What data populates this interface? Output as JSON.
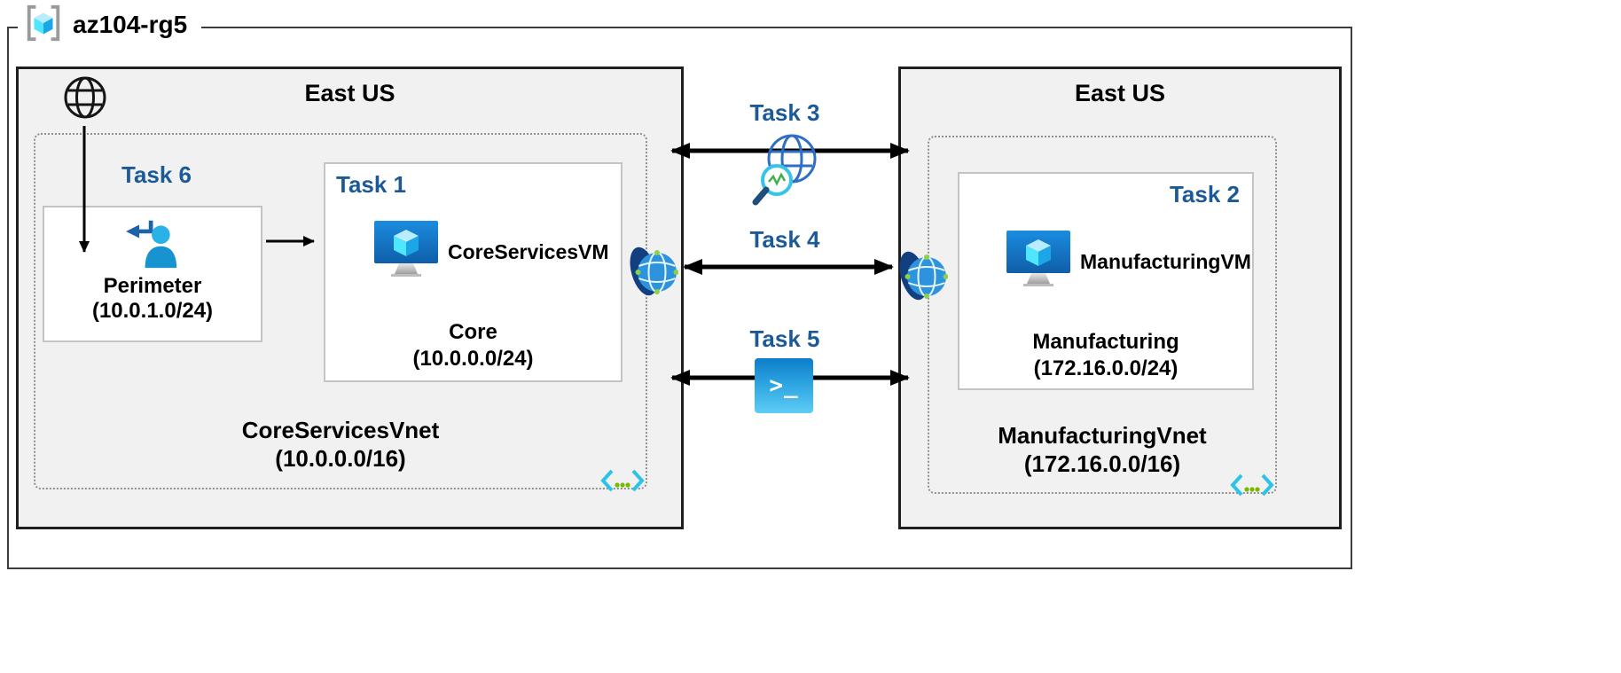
{
  "colors": {
    "task_blue": "#1b5a97",
    "region_fill": "#f1f1f1",
    "region_border": "#1f1f1f",
    "box_border": "#c4c4c4",
    "dotted_border": "#8f8f8f",
    "arrow": "#000000",
    "azure_blue": "#0f7fd9",
    "cyan_accent": "#2bc3e8",
    "green_accent": "#76b900"
  },
  "resource_group": {
    "label": "az104-rg5"
  },
  "regions": {
    "left": {
      "title": "East US",
      "vnet_name": "CoreServicesVnet",
      "vnet_cidr": "(10.0.0.0/16)",
      "perimeter": {
        "task_label": "Task 6",
        "name": "Perimeter",
        "cidr": "(10.0.1.0/24)"
      },
      "vm": {
        "task_label": "Task 1",
        "name": "CoreServicesVM",
        "subnet_name": "Core",
        "subnet_cidr": "(10.0.0.0/24)"
      }
    },
    "right": {
      "title": "East US",
      "vnet_name": "ManufacturingVnet",
      "vnet_cidr": "(172.16.0.0/16)",
      "vm": {
        "task_label": "Task 2",
        "name": "ManufacturingVM",
        "subnet_name": "Manufacturing",
        "subnet_cidr": "(172.16.0.0/24)"
      }
    }
  },
  "connections": {
    "task3": {
      "label": "Task 3"
    },
    "task4": {
      "label": "Task 4"
    },
    "task5": {
      "label": "Task 5"
    }
  },
  "icons": {
    "terminal_glyph": ">_",
    "resource_group": "cube-in-brackets-icon",
    "internet": "globe-icon",
    "perimeter": "user-signin-icon",
    "vm": "azure-vm-icon",
    "peering": "network-peering-icon",
    "task3": "globe-diagnostics-icon",
    "task5": "terminal-icon",
    "vnet": "code-brackets-icon"
  }
}
